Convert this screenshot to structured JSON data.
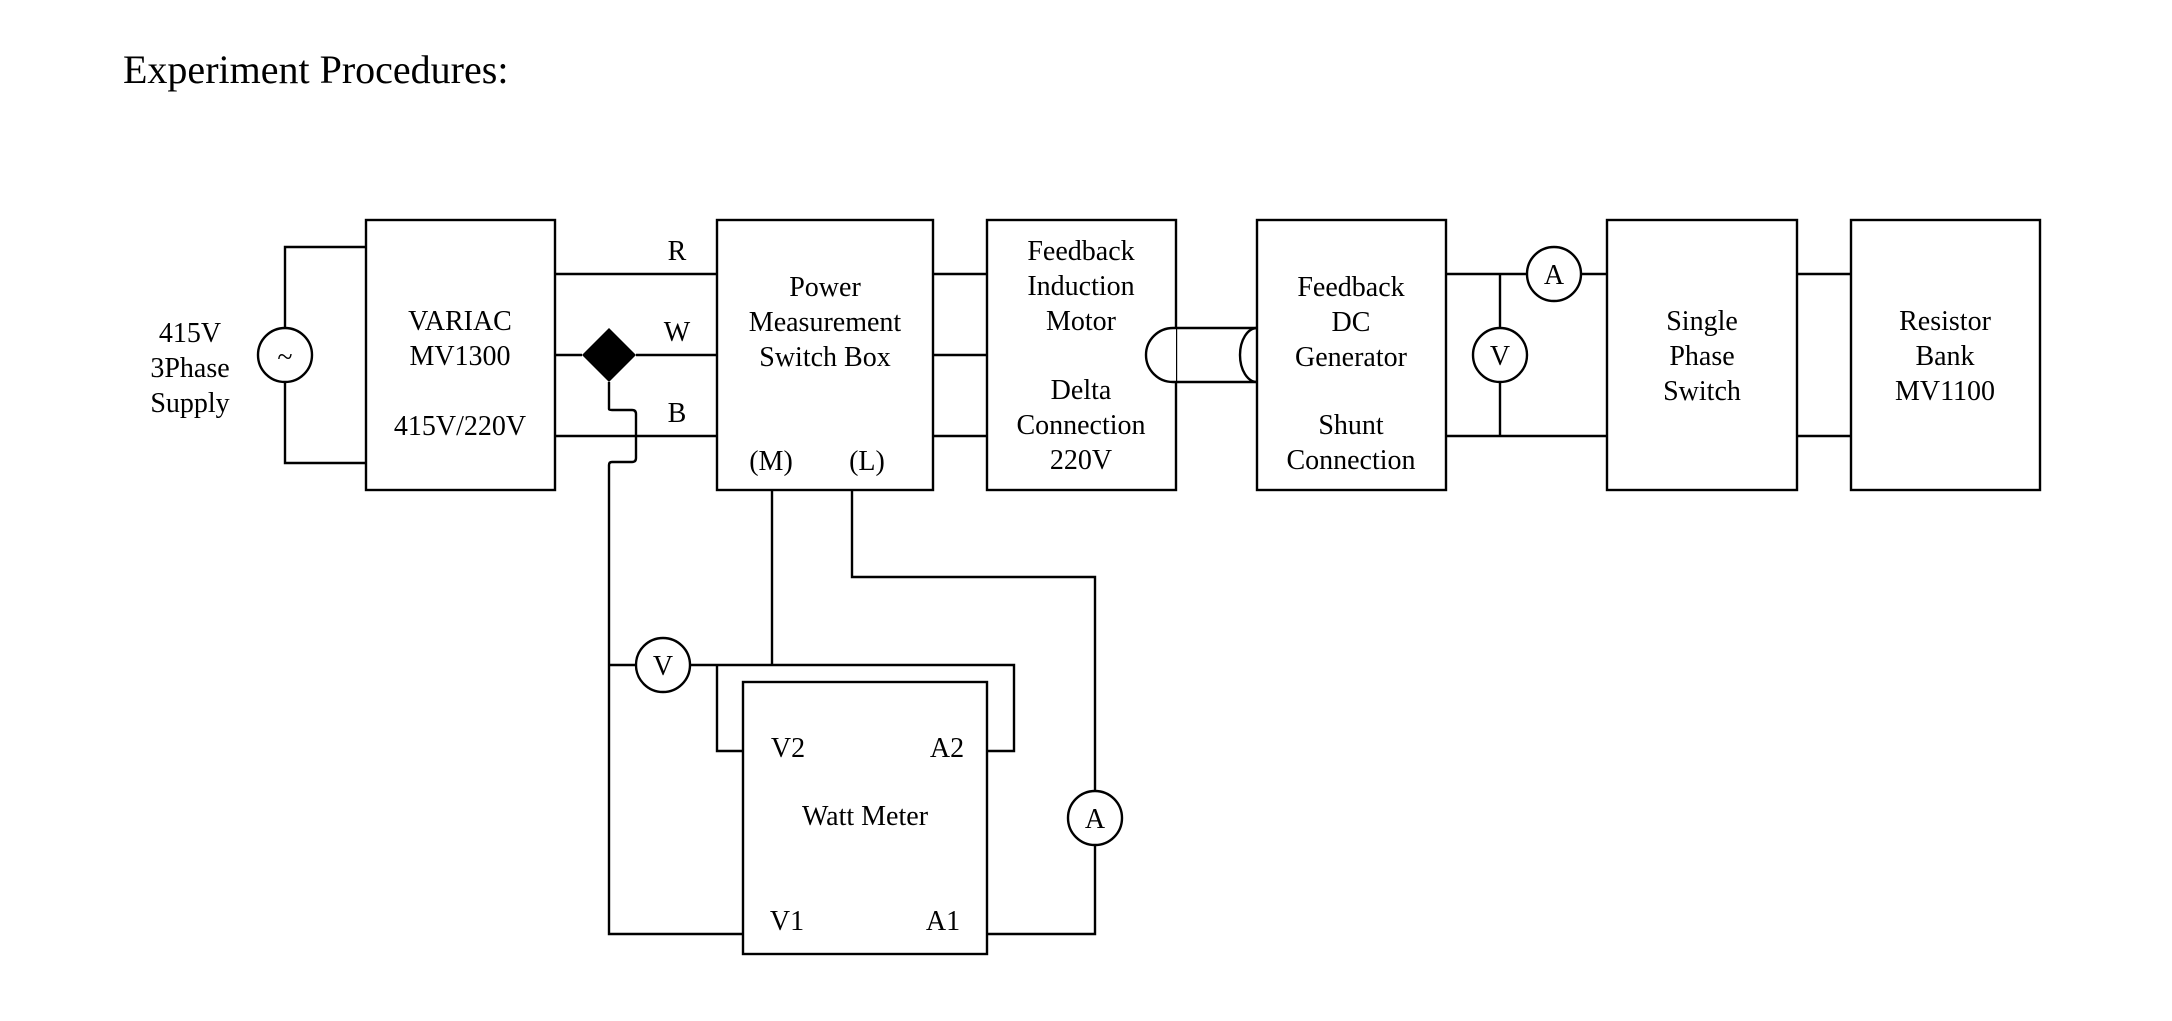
{
  "page": {
    "title": "Experiment Procedures:"
  },
  "supply": {
    "lines": [
      "415V",
      "3Phase",
      "Supply"
    ],
    "source_symbol": "~"
  },
  "blocks": {
    "variac": {
      "lines": [
        "VARIAC",
        "MV1300",
        "",
        "415V/220V"
      ]
    },
    "power_box": {
      "lines": [
        "Power",
        "Measurement",
        "Switch Box"
      ],
      "terminal_m": "(M)",
      "terminal_l": "(L)"
    },
    "motor": {
      "lines": [
        "Feedback",
        "Induction",
        "Motor",
        "",
        "Delta",
        "Connection",
        "220V"
      ]
    },
    "generator": {
      "lines": [
        "Feedback",
        "DC",
        "Generator",
        "",
        "Shunt",
        "Connection"
      ]
    },
    "switch": {
      "lines": [
        "Single",
        "Phase",
        "Switch"
      ]
    },
    "resistor": {
      "lines": [
        "Resistor",
        "Bank",
        "MV1100"
      ]
    },
    "watt_meter": {
      "label": "Watt Meter",
      "v2": "V2",
      "a2": "A2",
      "v1": "V1",
      "a1": "A1"
    }
  },
  "phases": {
    "r": "R",
    "w": "W",
    "b": "B"
  },
  "meters": {
    "dc_ammeter": "A",
    "dc_voltmeter": "V",
    "ac_voltmeter": "V",
    "ac_ammeter": "A"
  }
}
